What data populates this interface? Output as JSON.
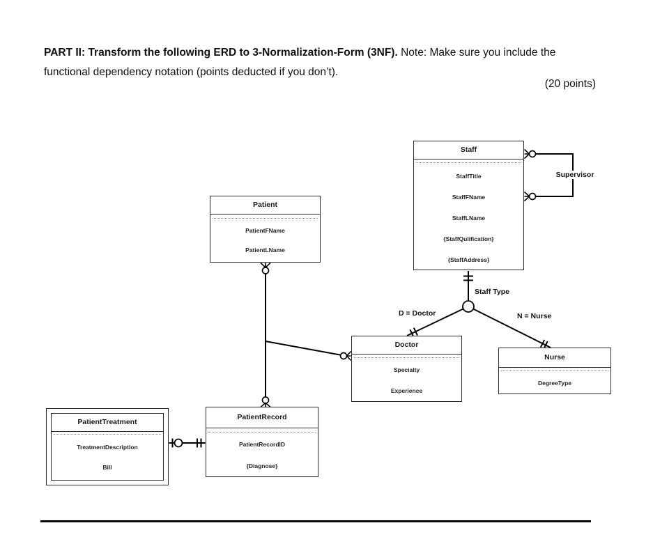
{
  "header": {
    "bold_text": "PART II: Transform the following ERD to 3-Normalization-Form (3NF).",
    "line1_regular": " Note: Make sure you include the",
    "line2": "functional dependency notation (points deducted if you don’t).",
    "points": "(20 points)"
  },
  "diagram": {
    "entities": [
      {
        "id": "staff",
        "title": "Staff",
        "attributes": [
          "StaffTitle",
          "StaffFName",
          "StaffLName",
          "{StaffQulification}",
          "{StaffAddress}"
        ]
      },
      {
        "id": "patient",
        "title": "Patient",
        "attributes": [
          "PatientFName",
          "PatientLName"
        ]
      },
      {
        "id": "doctor",
        "title": "Doctor",
        "attributes": [
          "Specialty",
          "Experience"
        ]
      },
      {
        "id": "nurse",
        "title": "Nurse",
        "attributes": [
          "DegreeType"
        ]
      },
      {
        "id": "patient_record",
        "title": "PatientRecord",
        "attributes": [
          "PatientRecordID",
          "{Diagnose}"
        ]
      },
      {
        "id": "patient_treatment",
        "title": "PatientTreatment",
        "weak": true,
        "attributes": [
          "TreatmentDescription",
          "Bill"
        ]
      }
    ],
    "labels": {
      "supervisor": "Supervisor",
      "staff_type": "Staff Type",
      "doctor_condition": "D = Doctor",
      "nurse_condition": "N = Nurse"
    },
    "colors": {
      "line": "#000000",
      "box_border": "#2b2b2b",
      "text": "#1a1a1a"
    }
  }
}
